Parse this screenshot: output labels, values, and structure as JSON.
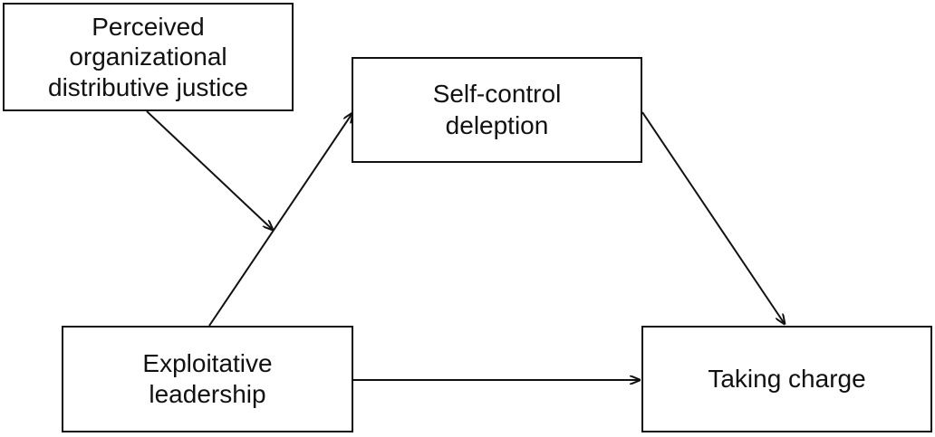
{
  "nodes": {
    "justice": {
      "lines": [
        "Perceived",
        "organizational",
        "distributive justice"
      ]
    },
    "self_control": {
      "lines": [
        "Self-control",
        "deleption"
      ]
    },
    "exploitative": {
      "lines": [
        "Exploitative",
        "leadership"
      ]
    },
    "taking_charge": {
      "lines": [
        "Taking charge"
      ]
    }
  },
  "edges": [
    {
      "from": "exploitative",
      "to": "self_control",
      "kind": "direct"
    },
    {
      "from": "self_control",
      "to": "taking_charge",
      "kind": "direct"
    },
    {
      "from": "exploitative",
      "to": "taking_charge",
      "kind": "direct"
    },
    {
      "from": "justice",
      "to": "exploitative-self_control",
      "kind": "moderation"
    }
  ],
  "colors": {
    "stroke": "#111111",
    "background": "#ffffff"
  }
}
